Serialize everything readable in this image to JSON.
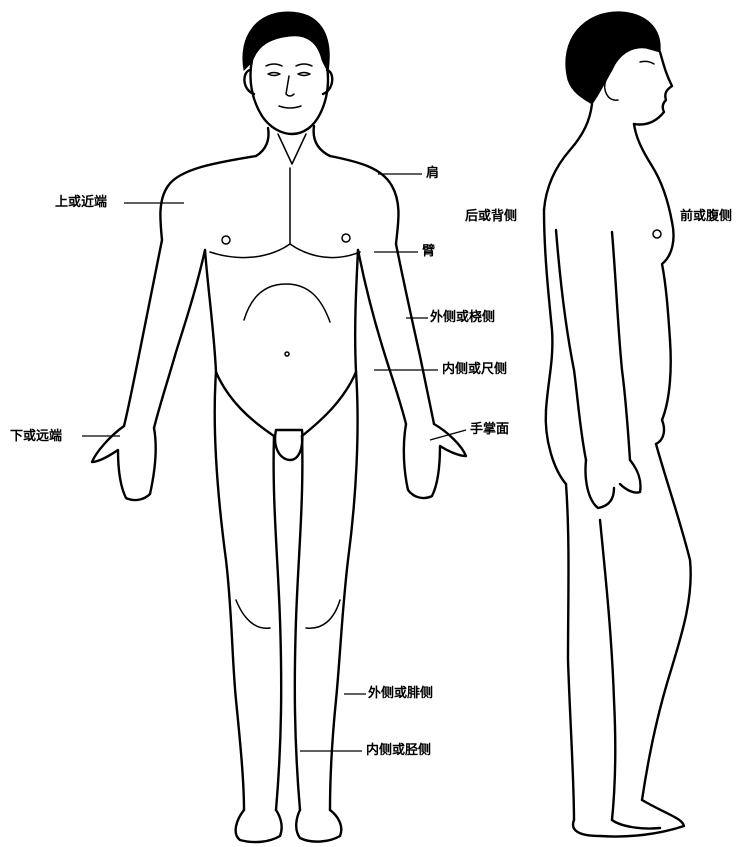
{
  "labels": {
    "shoulder": "肩",
    "upper_proximal": "上或近端",
    "arm": "臂",
    "lateral_radial": "外侧或桡侧",
    "medial_ulnar": "内侧或尺侧",
    "lower_distal": "下或远端",
    "palmar": "手掌面",
    "lateral_fibular": "外侧或腓侧",
    "medial_tibial": "内侧或胫侧",
    "posterior_dorsal": "后或背侧",
    "anterior_ventral": "前或腹侧"
  }
}
